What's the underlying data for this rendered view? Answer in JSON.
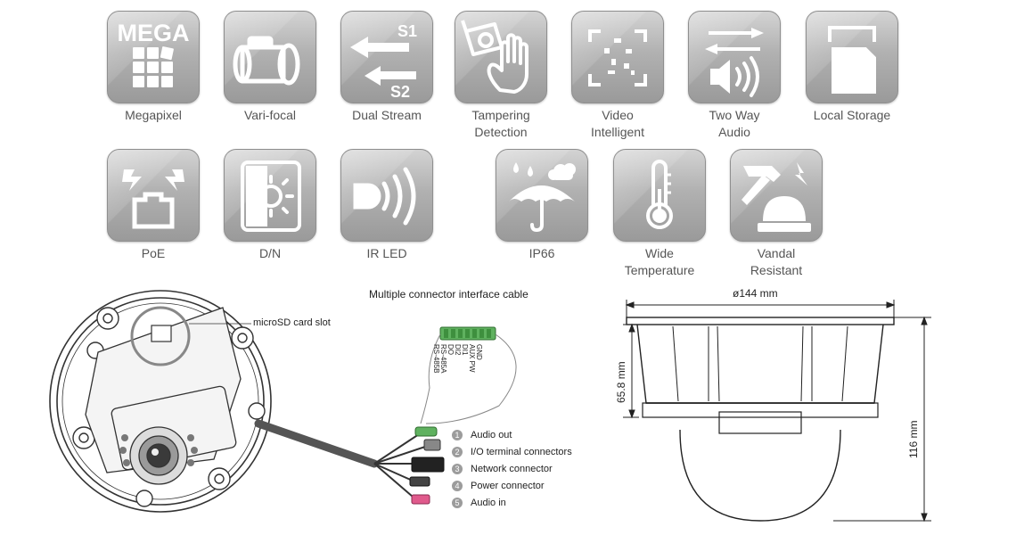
{
  "features": [
    {
      "id": "megapixel",
      "icon": "megapixel-icon",
      "lines": [
        "Megapixel"
      ],
      "badge": "MEGA"
    },
    {
      "id": "vari-focal",
      "icon": "vari-focal-lens-icon",
      "lines": [
        "Vari-focal"
      ]
    },
    {
      "id": "dual-stream",
      "icon": "dual-stream-arrows-icon",
      "lines": [
        "Dual Stream"
      ],
      "s1": "S1",
      "s2": "S2"
    },
    {
      "id": "tampering-detection",
      "icon": "tampering-hand-icon",
      "lines": [
        "Tampering",
        "Detection"
      ]
    },
    {
      "id": "video-intelligent",
      "icon": "video-intelligent-icon",
      "lines": [
        "Video",
        "Intelligent"
      ]
    },
    {
      "id": "two-way-audio",
      "icon": "two-way-audio-icon",
      "lines": [
        "Two Way",
        "Audio"
      ]
    },
    {
      "id": "local-storage",
      "icon": "sd-card-icon",
      "lines": [
        "Local Storage"
      ]
    },
    {
      "id": "poe",
      "icon": "poe-ethernet-icon",
      "lines": [
        "PoE"
      ]
    },
    {
      "id": "day-night",
      "icon": "day-night-sun-icon",
      "lines": [
        "D/N"
      ]
    },
    {
      "id": "ir-led",
      "icon": "ir-led-icon",
      "lines": [
        "IR LED"
      ]
    },
    {
      "id": "ip66",
      "icon": "weatherproof-umbrella-icon",
      "lines": [
        "IP66"
      ]
    },
    {
      "id": "wide-temperature",
      "icon": "thermometer-icon",
      "lines": [
        "Wide",
        "Temperature"
      ]
    },
    {
      "id": "vandal-resistant",
      "icon": "hammer-dome-icon",
      "lines": [
        "Vandal",
        "Resistant"
      ]
    }
  ],
  "diagram": {
    "cable_title": "Multiple connector interface cable",
    "microsd_label": "microSD card slot",
    "pins": [
      "GND",
      "AUX PW",
      "DI1",
      "DI2",
      "DO",
      "RS-485A",
      "RS-485B"
    ],
    "connectors": [
      {
        "n": "1",
        "label": "Audio out"
      },
      {
        "n": "2",
        "label": "I/O terminal connectors"
      },
      {
        "n": "3",
        "label": "Network connector"
      },
      {
        "n": "4",
        "label": "Power connector"
      },
      {
        "n": "5",
        "label": "Audio in"
      }
    ]
  },
  "dimensions": {
    "diameter": "ø144 mm",
    "base_height": "65.8 mm",
    "total_height": "116 mm"
  },
  "colors": {
    "tile": "#b4b4b4",
    "label": "#555555",
    "terminal_green": "#5fb15f",
    "power_pink": "#e05a8c"
  }
}
